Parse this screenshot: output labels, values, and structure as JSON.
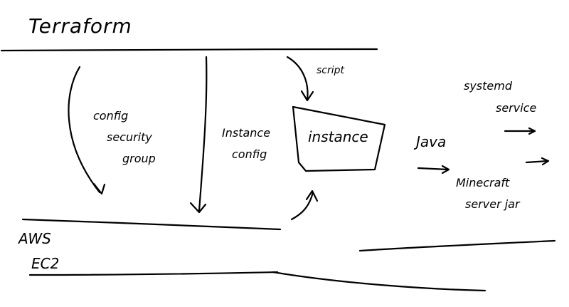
{
  "diagram": {
    "title": "Terraform",
    "labels": {
      "config_1": "config",
      "security": "security",
      "group": "group",
      "instance_1": "Instance",
      "config_2": "config",
      "script": "script",
      "instance_box": "instance",
      "java": "Java",
      "systemd": "systemd",
      "service": "service",
      "minecraft": "Minecraft",
      "server_jar": "server jar",
      "aws": "AWS",
      "ec2": "EC2"
    }
  }
}
